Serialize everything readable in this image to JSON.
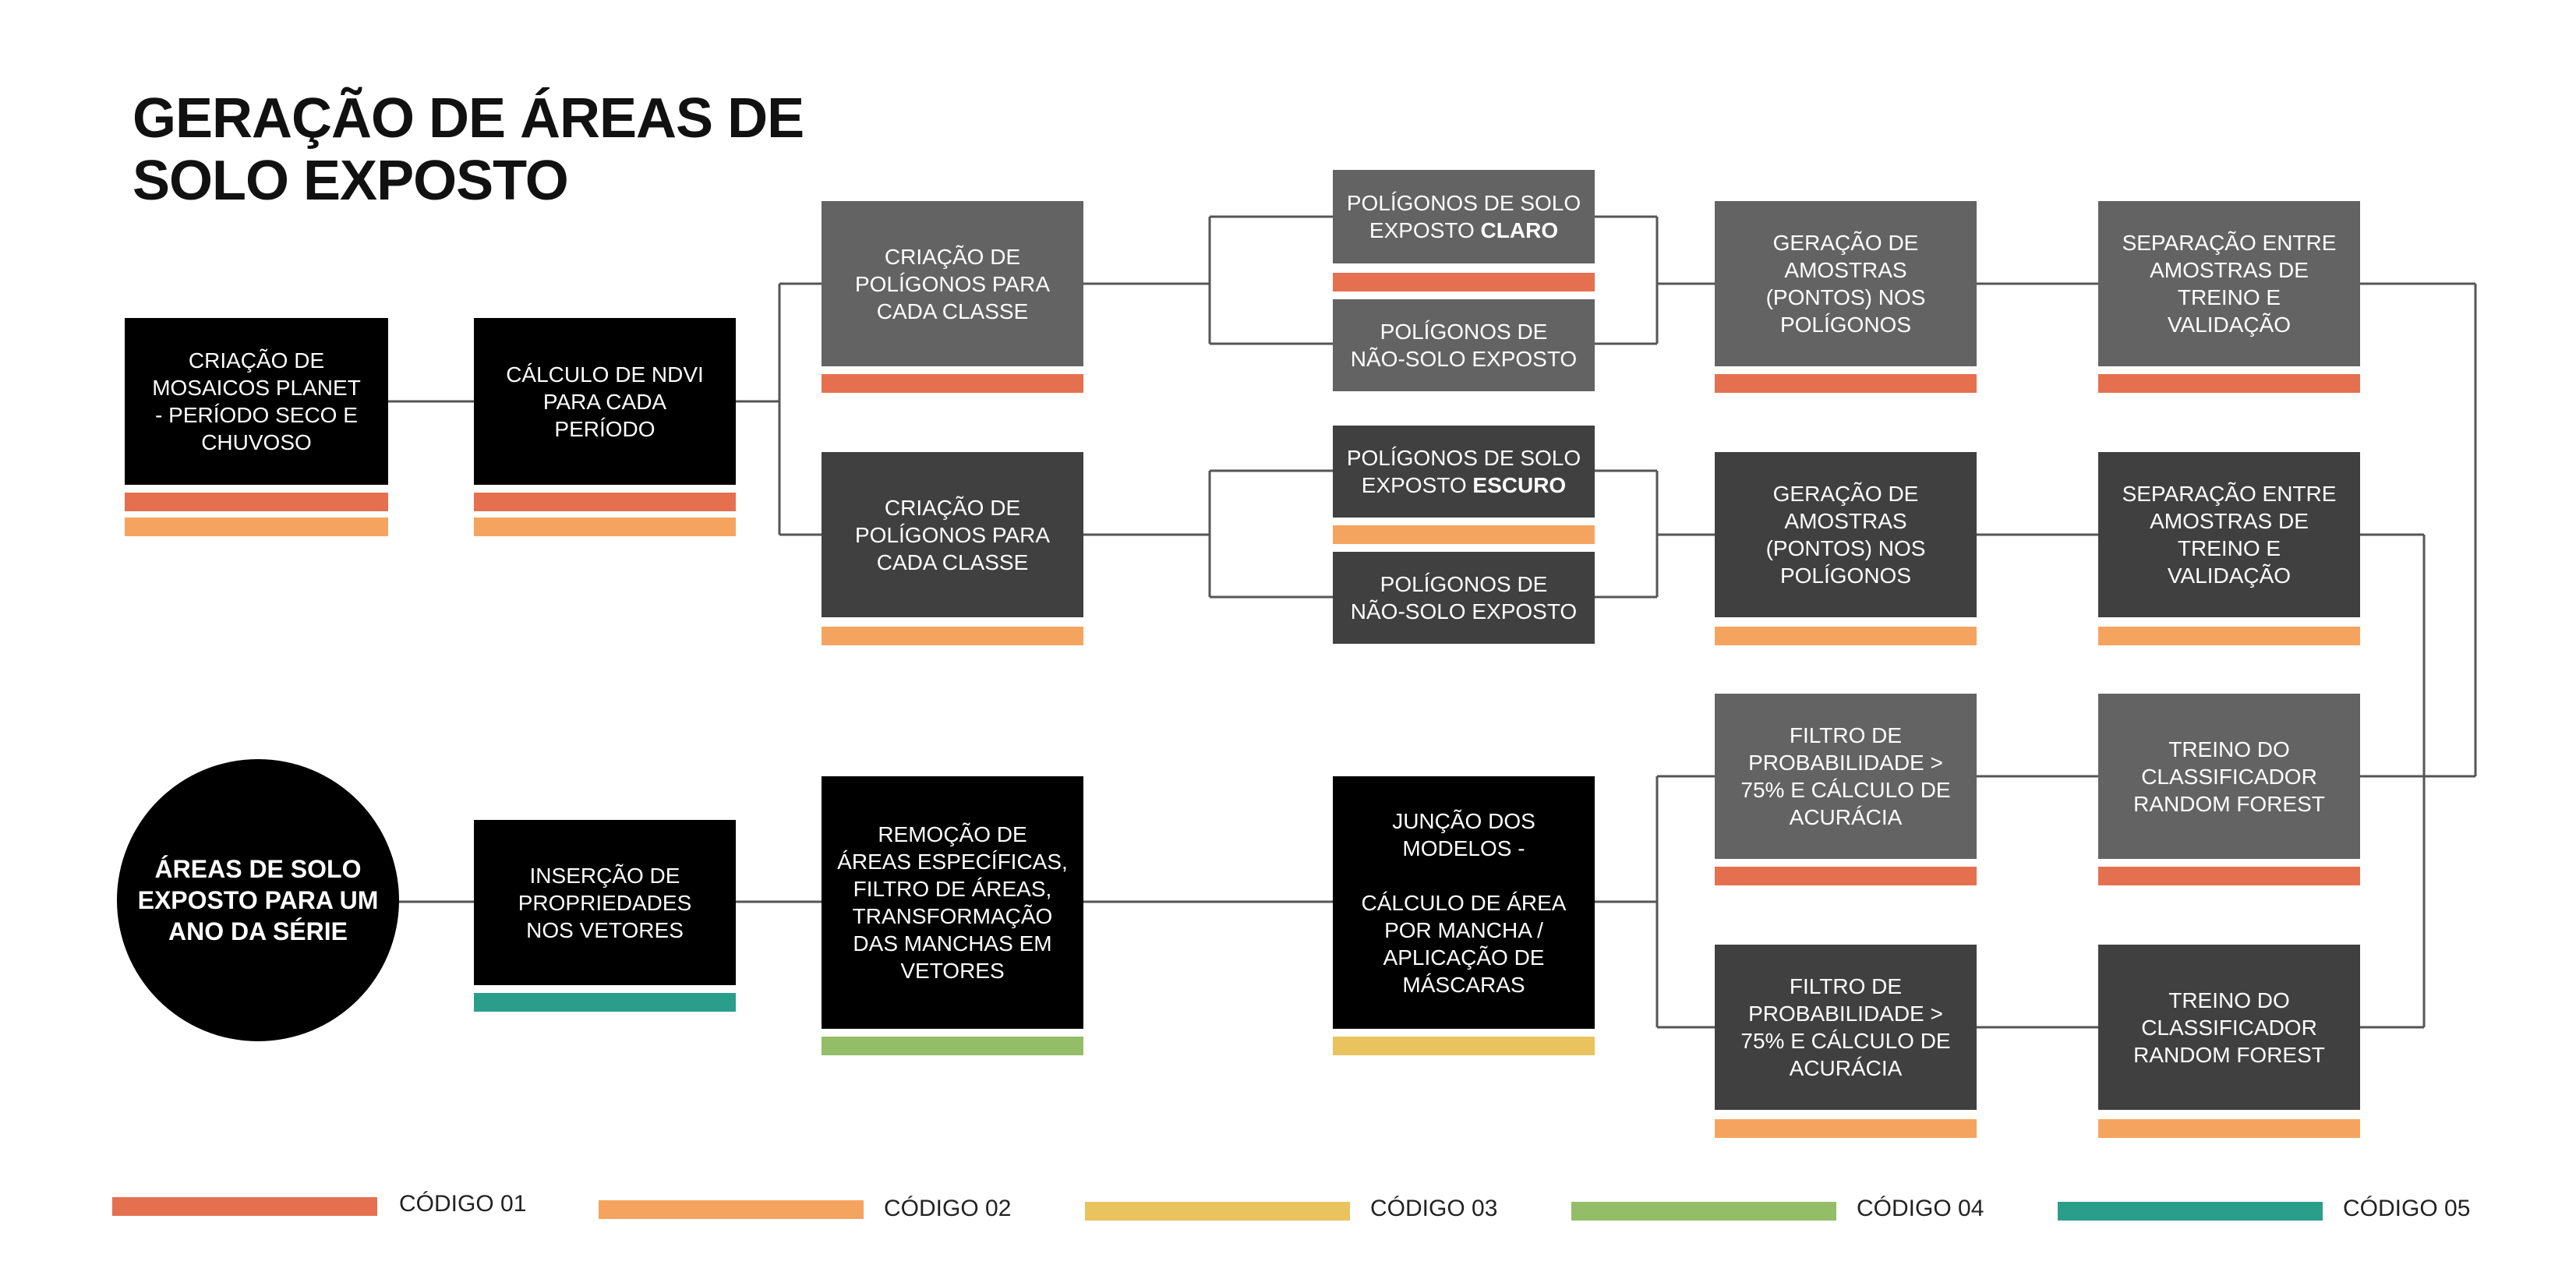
{
  "title": {
    "line1": "GERAÇÃO DE ÁREAS DE",
    "line2": "SOLO EXPOSTO"
  },
  "colors": {
    "codigo_01": "#E5704F",
    "codigo_02": "#F5A45F",
    "codigo_03": "#E8C35E",
    "codigo_04": "#93BE67",
    "codigo_05": "#2A9E8A",
    "black_box": "#000000",
    "dark_gray_box": "#404040",
    "medium_gray_box": "#636363",
    "connector": "#555555"
  },
  "nodes": {
    "mosaicos": {
      "l1": "CRIAÇÃO DE",
      "l2": "MOSAICOS PLANET",
      "l3": "- PERÍODO SECO E",
      "l4": "CHUVOSO"
    },
    "ndvi": {
      "l1": "CÁLCULO DE NDVI",
      "l2": "PARA CADA",
      "l3": "PERÍODO"
    },
    "poligonos_classe_1": {
      "l1": "CRIAÇÃO DE",
      "l2": "POLÍGONOS PARA",
      "l3": "CADA CLASSE"
    },
    "poligonos_classe_2": {
      "l1": "CRIAÇÃO DE",
      "l2": "POLÍGONOS PARA",
      "l3": "CADA CLASSE"
    },
    "solo_claro": {
      "l1": "POLÍGONOS DE SOLO",
      "l2": "EXPOSTO ",
      "bold": "CLARO"
    },
    "nao_solo_1": {
      "l1": "POLÍGONOS DE",
      "l2": "NÃO-SOLO EXPOSTO"
    },
    "solo_escuro": {
      "l1": "POLÍGONOS DE SOLO",
      "l2": "EXPOSTO ",
      "bold": "ESCURO"
    },
    "nao_solo_2": {
      "l1": "POLÍGONOS DE",
      "l2": "NÃO-SOLO EXPOSTO"
    },
    "amostras_1": {
      "l1": "GERAÇÃO DE",
      "l2": "AMOSTRAS",
      "l3": "(PONTOS) NOS",
      "l4": "POLÍGONOS"
    },
    "amostras_2": {
      "l1": "GERAÇÃO DE",
      "l2": "AMOSTRAS",
      "l3": "(PONTOS) NOS",
      "l4": "POLÍGONOS"
    },
    "separacao_1": {
      "l1": "SEPARAÇÃO ENTRE",
      "l2": "AMOSTRAS DE",
      "l3": "TREINO E",
      "l4": "VALIDAÇÃO"
    },
    "separacao_2": {
      "l1": "SEPARAÇÃO ENTRE",
      "l2": "AMOSTRAS DE",
      "l3": "TREINO E",
      "l4": "VALIDAÇÃO"
    },
    "filtro_1": {
      "l1": "FILTRO DE",
      "l2": "PROBABILIDADE >",
      "l3": "75% E CÁLCULO DE",
      "l4": "ACURÁCIA"
    },
    "filtro_2": {
      "l1": "FILTRO DE",
      "l2": "PROBABILIDADE >",
      "l3": "75% E CÁLCULO DE",
      "l4": "ACURÁCIA"
    },
    "treino_1": {
      "l1": "TREINO DO",
      "l2": "CLASSIFICADOR",
      "l3": "RANDOM FOREST"
    },
    "treino_2": {
      "l1": "TREINO DO",
      "l2": "CLASSIFICADOR",
      "l3": "RANDOM FOREST"
    },
    "juncao": {
      "l1": "JUNÇÃO DOS",
      "l2": "MODELOS -",
      "l3": "CÁLCULO DE ÁREA",
      "l4": "POR MANCHA /",
      "l5": "APLICAÇÃO DE",
      "l6": "MÁSCARAS"
    },
    "remocao": {
      "l1": "REMOÇÃO DE",
      "l2": "ÁREAS ESPECÍFICAS,",
      "l3": "FILTRO DE ÁREAS,",
      "l4": "TRANSFORMAÇÃO",
      "l5": "DAS MANCHAS EM",
      "l6": "VETORES"
    },
    "insercao": {
      "l1": "INSERÇÃO DE",
      "l2": "PROPRIEDADES",
      "l3": "NOS VETORES"
    },
    "resultado": {
      "l1": "ÁREAS DE SOLO",
      "l2": "EXPOSTO PARA UM",
      "l3": "ANO DA SÉRIE"
    }
  },
  "legend": [
    {
      "label": "CÓDIGO 01",
      "color": "#E5704F"
    },
    {
      "label": "CÓDIGO 02",
      "color": "#F5A45F"
    },
    {
      "label": "CÓDIGO 03",
      "color": "#E8C35E"
    },
    {
      "label": "CÓDIGO 04",
      "color": "#93BE67"
    },
    {
      "label": "CÓDIGO 05",
      "color": "#2A9E8A"
    }
  ]
}
